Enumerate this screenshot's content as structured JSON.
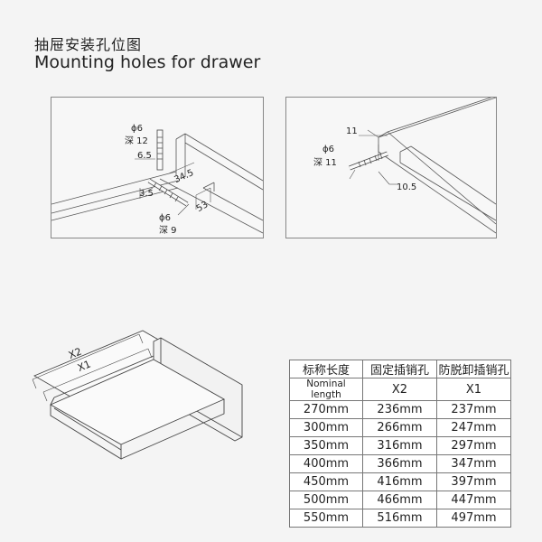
{
  "title": {
    "cn": "抽屉安装孔位图",
    "en": "Mounting holes for drawer"
  },
  "left_diagram": {
    "labels": {
      "d_top": "ϕ6",
      "depth_top": "深 12",
      "dim_65": "6.5",
      "dim_345": "34.5",
      "dim_35": "3.5",
      "dim_53": "53",
      "d_bottom": "ϕ6",
      "depth_bottom": "深 9"
    }
  },
  "right_diagram": {
    "labels": {
      "dim_11": "11",
      "d": "ϕ6",
      "depth": "深 11",
      "dim_105": "10.5"
    }
  },
  "drawer_diagram": {
    "labels": {
      "x2": "X2",
      "x1": "X1"
    }
  },
  "table": {
    "headers": [
      "标称长度",
      "固定插销孔",
      "防脱卸插销孔"
    ],
    "subheaders": [
      "Nominal length",
      "X2",
      "X1"
    ],
    "rows": [
      [
        "270mm",
        "236mm",
        "237mm"
      ],
      [
        "300mm",
        "266mm",
        "247mm"
      ],
      [
        "350mm",
        "316mm",
        "297mm"
      ],
      [
        "400mm",
        "366mm",
        "347mm"
      ],
      [
        "450mm",
        "416mm",
        "397mm"
      ],
      [
        "500mm",
        "466mm",
        "447mm"
      ],
      [
        "550mm",
        "516mm",
        "497mm"
      ]
    ]
  }
}
